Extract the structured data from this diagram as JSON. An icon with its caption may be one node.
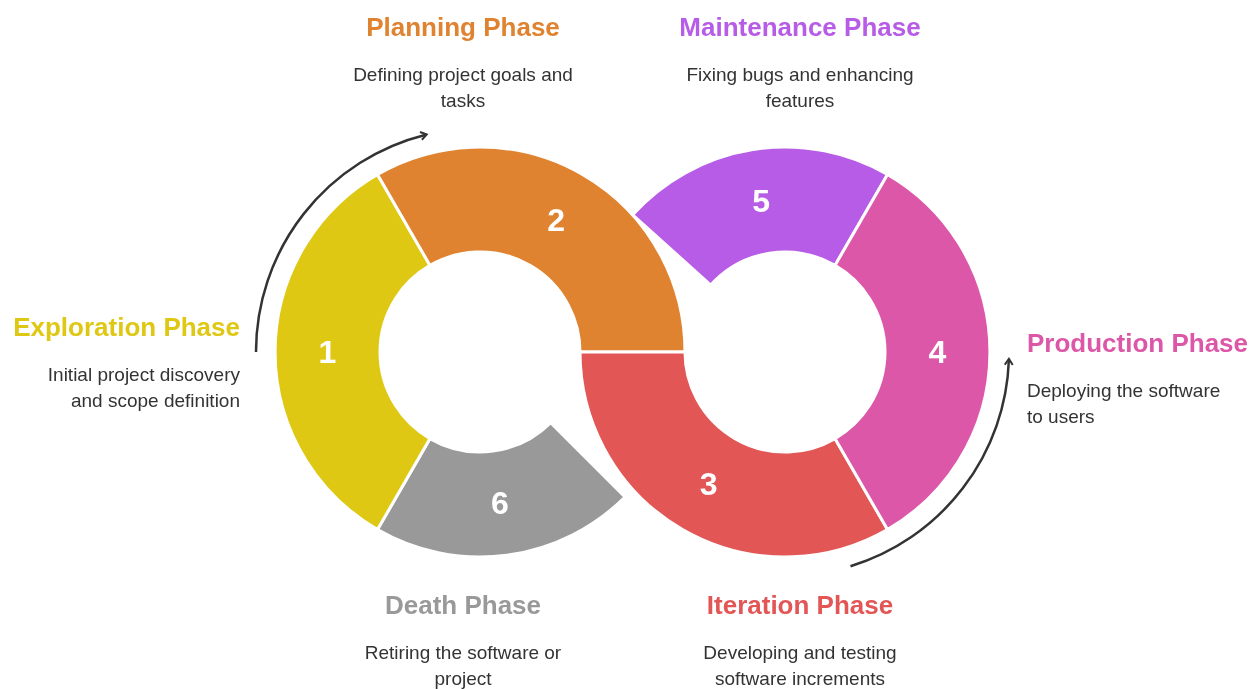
{
  "diagram": {
    "nodes": [
      {
        "text": [
          "1"
        ],
        "beside": [
          "Exploration Phase",
          "Initial project discovery and scope definition"
        ]
      },
      {
        "text": [
          "2"
        ],
        "beside": [
          "Planning Phase",
          "Defining project goals and tasks"
        ]
      },
      {
        "text": [
          "3"
        ],
        "beside": [
          "Iteration Phase",
          "Developing and testing software increments"
        ]
      },
      {
        "text": [
          "4"
        ],
        "beside": [
          "Production Phase",
          "Deploying the software to users"
        ]
      },
      {
        "text": [
          "5"
        ],
        "beside": [
          "Maintenance Phase",
          "Fixing bugs and enhancing features"
        ]
      },
      {
        "text": [
          "6"
        ],
        "beside": [
          "Death Phase",
          "Retiring the software or project"
        ]
      }
    ]
  }
}
